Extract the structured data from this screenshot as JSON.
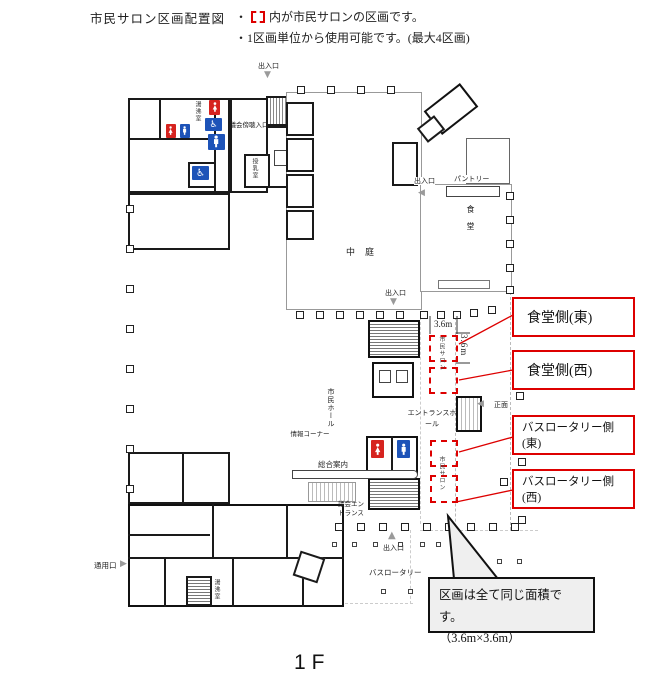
{
  "header": {
    "title": "市民サロン区画配置図",
    "legend": {
      "bullet": "・",
      "line1_text": "内が市民サロンの区画です。",
      "line2": "・1区画単位から使用可能です。(最大4区画)"
    }
  },
  "plan": {
    "labels": {
      "entrance": "出入口",
      "courtyard": "中庭",
      "dining_room": "食堂",
      "pantry": "パントリー",
      "bus_rotary": "バスロータリー",
      "service_entrance": "通用口",
      "front_entrance": "正面",
      "civic_hall": "市民ホール",
      "info_corner": "情報コーナー",
      "info_desk": "総合案内",
      "council_entrance": "議会エントランス",
      "entrance_hall": "エントランスホール",
      "council_gallery_entrance": "議会傍聴入口",
      "nursing_room": "授乳室",
      "hot_water_room": "湯沸室",
      "citizen_salon": "市民サロン"
    },
    "dimension": "3.6m"
  },
  "annotations": {
    "dining_east": "食堂側(東)",
    "dining_west": "食堂側(西)",
    "bus_east": "バスロータリー側(東)",
    "bus_west": "バスロータリー側(西)",
    "note_line1": "区画は全て同じ面積です。",
    "note_line2": "（3.6m×3.6m）"
  },
  "floor": "1F",
  "icons": {
    "wheelchair": "♿",
    "arrow_up": "▲",
    "arrow_down": "▼",
    "arrow_left": "◀",
    "arrow_right": "▶"
  },
  "colors": {
    "accent_red": "#dd0000",
    "toilet_red": "#d6231f",
    "toilet_blue": "#1d53b8",
    "wall": "#1a1a1a",
    "callout_bg": "#efefef"
  }
}
